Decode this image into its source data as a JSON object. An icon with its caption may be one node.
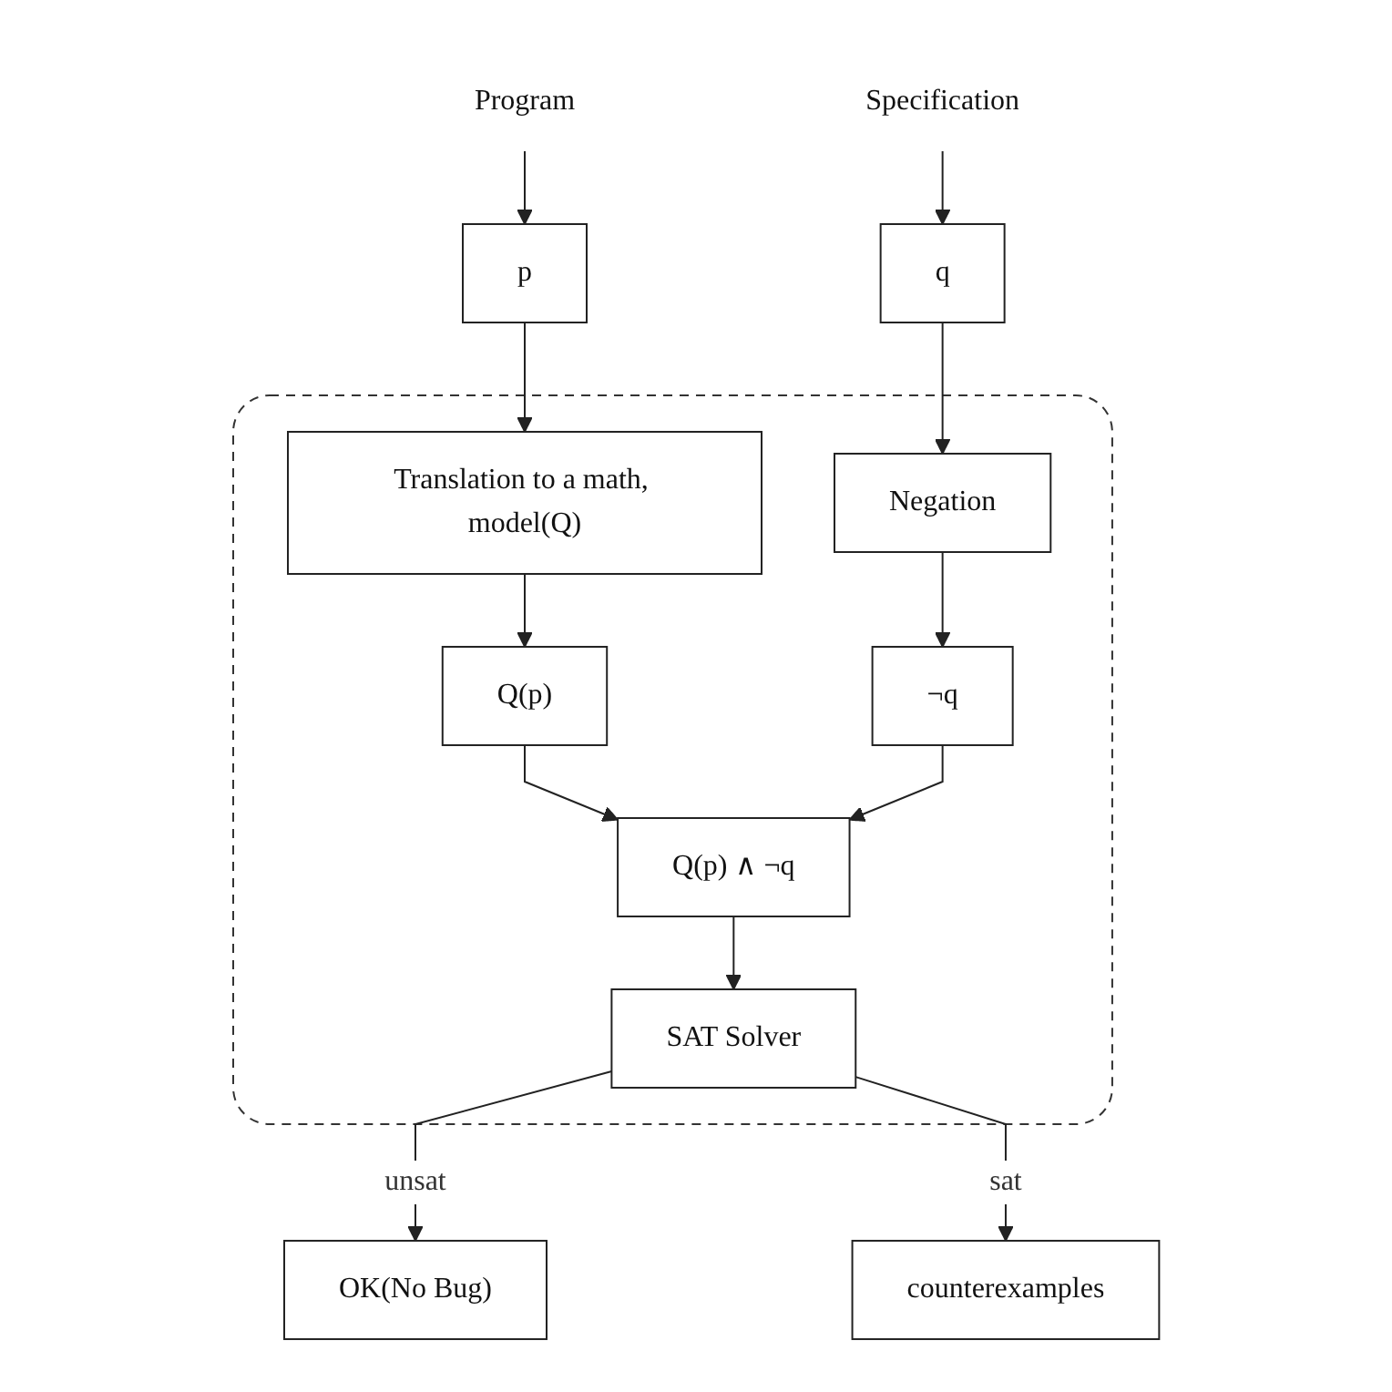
{
  "diagram": {
    "nodes": [
      {
        "text": [
          "Program"
        ]
      },
      {
        "text": [
          "p"
        ]
      },
      {
        "text": [
          "q"
        ]
      },
      {
        "text": [
          "Specification"
        ]
      },
      {
        "text": [],
        "shape": "box"
      },
      {
        "text": [
          "Translation to a math, model(Q)"
        ],
        "in": 4
      },
      {
        "text": [
          "Negation"
        ],
        "in": 4
      },
      {
        "text": [
          "Q(p)"
        ],
        "in": 4
      },
      {
        "text": [
          "¬q"
        ],
        "in": 4
      },
      {
        "text": [
          "Q(p) ∧ ¬q"
        ],
        "in": 4
      },
      {
        "text": [
          "SAT Solver"
        ],
        "in": 4
      },
      {
        "text": [
          "OK(No Bug)"
        ]
      },
      {
        "text": [
          "counterexamples"
        ]
      }
    ],
    "edges": [
      {
        "from": 0,
        "to": 1,
        "arrow": "to"
      },
      {
        "from": 3,
        "to": 2,
        "arrow": "to"
      },
      {
        "from": 1,
        "to": 5,
        "arrow": "to"
      },
      {
        "from": 2,
        "to": 6,
        "arrow": "to"
      },
      {
        "from": 5,
        "to": 7,
        "arrow": "to"
      },
      {
        "from": 6,
        "to": 8,
        "arrow": "to"
      },
      {
        "from": 7,
        "to": 9,
        "arrow": "to"
      },
      {
        "from": 8,
        "to": 9,
        "arrow": "to"
      },
      {
        "from": 9,
        "to": 10,
        "arrow": "to"
      },
      {
        "from": 10,
        "to": 11,
        "label": "unsat",
        "arrow": "to"
      },
      {
        "from": 10,
        "to": 12,
        "label": "sat",
        "arrow": "to"
      }
    ]
  }
}
